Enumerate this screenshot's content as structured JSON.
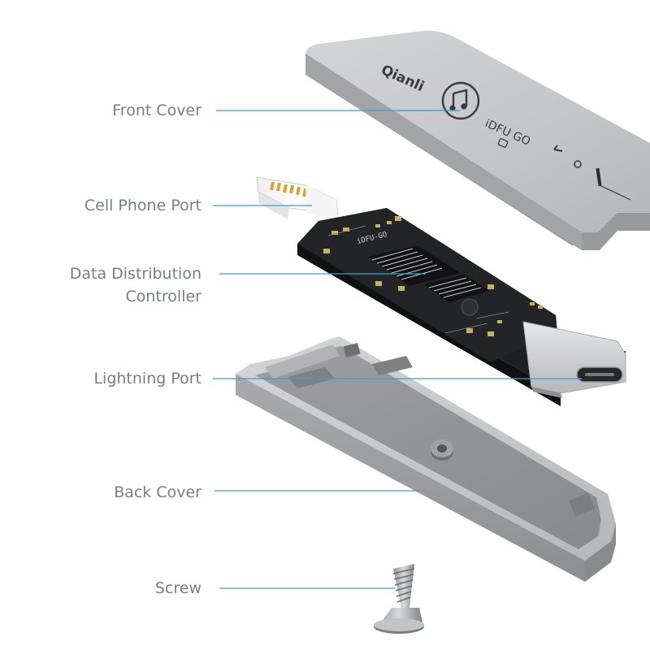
{
  "labels": {
    "front_cover": "Front Cover",
    "cell_phone_port": "Cell Phone Port",
    "controller_line1": "Data Distribution",
    "controller_line2": "Controller",
    "lightning_port": "Lightning Port",
    "back_cover": "Back Cover",
    "screw": "Screw"
  },
  "device": {
    "brand": "Qianli",
    "model": "iDFU GO",
    "pcb_print": "iDFU-GO"
  },
  "colors": {
    "leader_line": "#3aa0c8",
    "label_text": "#7a7d82",
    "aluminum": "#c9cacd",
    "pcb": "#1c1c1e"
  },
  "icons": [
    "music-note-icon",
    "arrow-icon",
    "port-indicator-icon"
  ]
}
